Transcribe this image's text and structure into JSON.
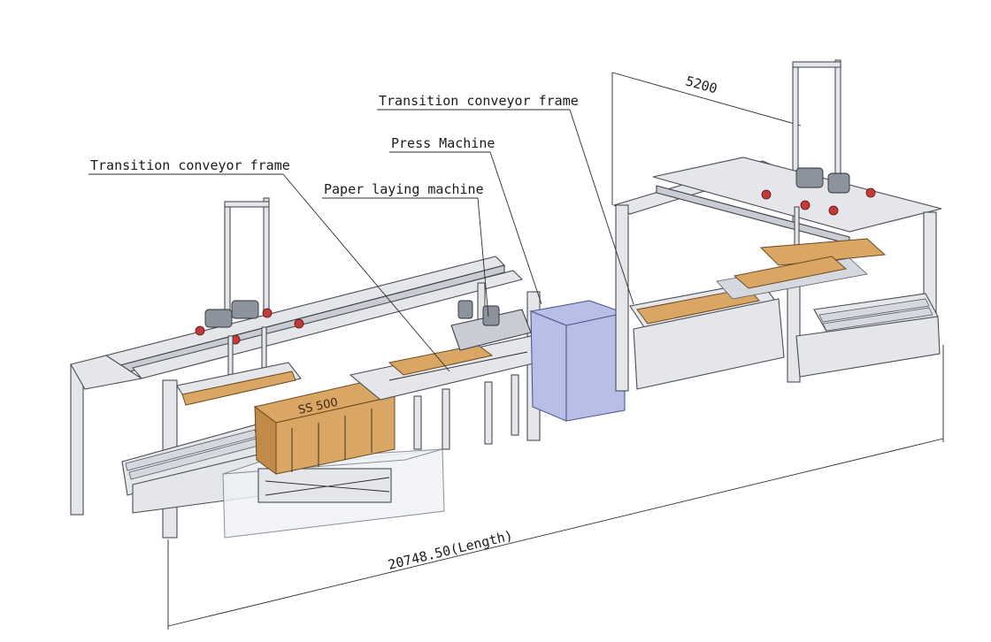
{
  "callouts": {
    "transition_frame_left": "Transition conveyor frame",
    "paper_laying": "Paper laying machine",
    "press_machine": "Press Machine",
    "transition_frame_right": "Transition conveyor frame"
  },
  "dimensions": {
    "length": "20748.50(Length)",
    "width": "5200"
  },
  "board_marking": "SS 500"
}
